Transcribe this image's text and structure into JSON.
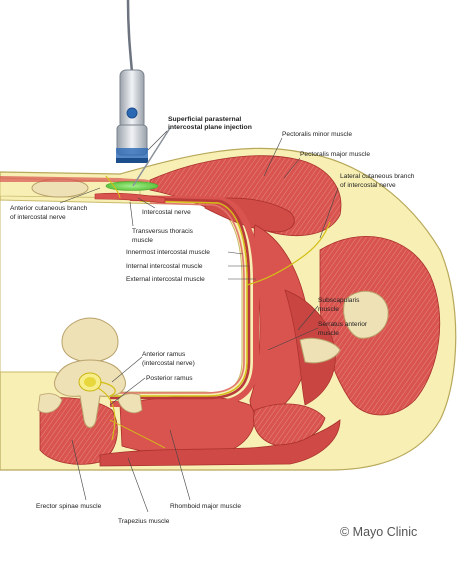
{
  "labels": {
    "injection_title_1": "Superficial parasternal",
    "injection_title_2": "intercostal plane injection",
    "pectoralis_minor": "Pectoralis minor muscle",
    "pectoralis_major": "Pectoralis major muscle",
    "lateral_cutaneous_1": "Lateral cutaneous branch",
    "lateral_cutaneous_2": "of intercostal nerve",
    "anterior_cutaneous_1": "Anterior cutaneous branch",
    "anterior_cutaneous_2": "of intercostal nerve",
    "intercostal_nerve": "Intercostal nerve",
    "transversus_1": "Transversus thoracis",
    "transversus_2": "muscle",
    "innermost": "Innermost intercostal muscle",
    "internal": "Internal intercostal muscle",
    "external": "External intercostal muscle",
    "subscapularis_1": "Subscapularis",
    "subscapularis_2": "muscle",
    "serratus_1": "Serratus anterior",
    "serratus_2": "muscle",
    "anterior_ramus_1": "Anterior ramus",
    "anterior_ramus_2": "(intercostal nerve)",
    "posterior_ramus": "Posterior ramus",
    "erector_spinae": "Erector spinae muscle",
    "rhomboid_major": "Rhomboid major muscle",
    "trapezius": "Trapezius muscle"
  },
  "credit": "© Mayo Clinic",
  "colors": {
    "skin_fat": "#f7efb4",
    "fat_outline": "#c9b96a",
    "muscle": "#d9534f",
    "muscle_dark": "#b83b3a",
    "muscle_stripe": "#eab1a8",
    "bone": "#efe1b6",
    "bone_outline": "#b9a26b",
    "nerve": "#c8b414",
    "injection": "#7ed957",
    "probe_blue": "#2b69b5",
    "probe_grey": "#c8ccd2"
  },
  "icons": {
    "probe": "ultrasound-probe-icon",
    "needle": "needle-icon"
  }
}
